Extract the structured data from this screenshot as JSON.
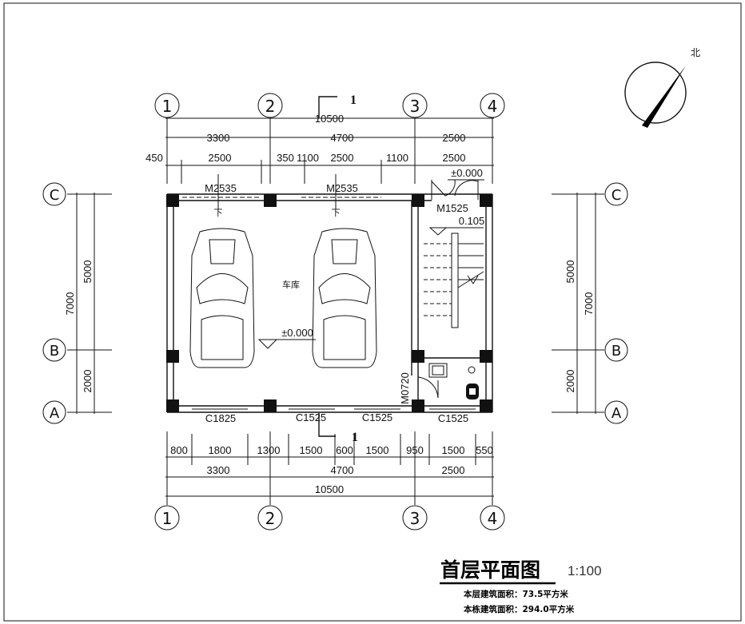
{
  "drawing": {
    "title": "首层平面图",
    "scale": "1:100",
    "floor_area": "本层建筑面积：73.5平方米",
    "total_area": "本栋建筑面积：294.0平方米",
    "north_label": "北",
    "room_label": "车库",
    "section_mark": "1"
  },
  "axes": {
    "columns": [
      "1",
      "2",
      "3",
      "4"
    ],
    "rows": [
      "A",
      "B",
      "C"
    ]
  },
  "dimensions": {
    "top_total": "10500",
    "top_spans": [
      "3300",
      "4700",
      "2500"
    ],
    "top_detail": [
      "450",
      "2500",
      "350",
      "1100",
      "2500",
      "1100",
      "2500"
    ],
    "bottom_detail": [
      "800",
      "1800",
      "1300",
      "1500",
      "600",
      "1500",
      "950",
      "1500",
      "550"
    ],
    "bottom_spans": [
      "3300",
      "4700",
      "2500"
    ],
    "bottom_total": "10500",
    "side_total": "7000",
    "side_spans": [
      "5000",
      "2000"
    ]
  },
  "openings": {
    "doors": [
      "M2535",
      "M2535",
      "M1525",
      "M0720"
    ],
    "windows": [
      "C1825",
      "C1525",
      "C1525",
      "C1525"
    ],
    "down_label": "下"
  },
  "elevations": {
    "garage": "±0.000",
    "entry": "±0.000",
    "stair": "0.105"
  }
}
